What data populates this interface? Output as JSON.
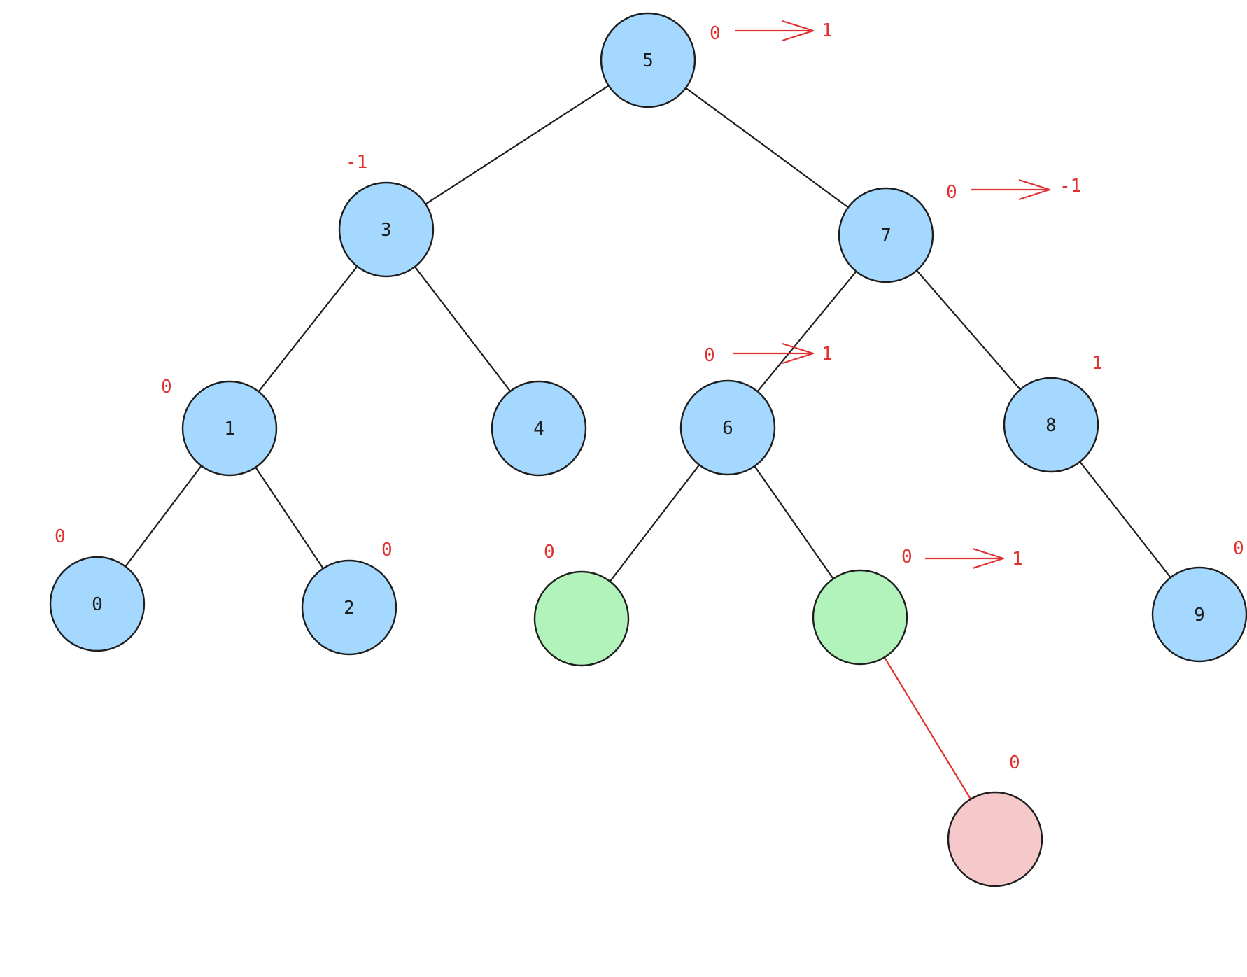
{
  "colors": {
    "internal_node": "#a5d8ff",
    "highlight_node": "#b2f2bb",
    "new_node": "#f5c9c9",
    "stroke": "#1e1e1e",
    "annotation": "#e03131"
  },
  "nodes": [
    {
      "id": "n5",
      "label": "5",
      "fill": "internal_node"
    },
    {
      "id": "n3",
      "label": "3",
      "fill": "internal_node"
    },
    {
      "id": "n7",
      "label": "7",
      "fill": "internal_node"
    },
    {
      "id": "n1",
      "label": "1",
      "fill": "internal_node"
    },
    {
      "id": "n4",
      "label": "4",
      "fill": "internal_node"
    },
    {
      "id": "n6",
      "label": "6",
      "fill": "internal_node"
    },
    {
      "id": "n8",
      "label": "8",
      "fill": "internal_node"
    },
    {
      "id": "n0",
      "label": "0",
      "fill": "internal_node"
    },
    {
      "id": "n2",
      "label": "2",
      "fill": "internal_node"
    },
    {
      "id": "g1",
      "label": "",
      "fill": "highlight_node"
    },
    {
      "id": "g2",
      "label": "",
      "fill": "highlight_node"
    },
    {
      "id": "n9",
      "label": "9",
      "fill": "internal_node"
    },
    {
      "id": "new",
      "label": "",
      "fill": "new_node"
    }
  ],
  "edges": [
    {
      "from": "n5",
      "to": "n3",
      "color": "stroke"
    },
    {
      "from": "n5",
      "to": "n7",
      "color": "stroke"
    },
    {
      "from": "n3",
      "to": "n1",
      "color": "stroke"
    },
    {
      "from": "n3",
      "to": "n4",
      "color": "stroke"
    },
    {
      "from": "n7",
      "to": "n6",
      "color": "stroke"
    },
    {
      "from": "n7",
      "to": "n8",
      "color": "stroke"
    },
    {
      "from": "n1",
      "to": "n0",
      "color": "stroke"
    },
    {
      "from": "n1",
      "to": "n2",
      "color": "stroke"
    },
    {
      "from": "n6",
      "to": "g1",
      "color": "stroke"
    },
    {
      "from": "n6",
      "to": "g2",
      "color": "stroke"
    },
    {
      "from": "n8",
      "to": "n9",
      "color": "stroke"
    },
    {
      "from": "g2",
      "to": "new",
      "color": "annotation"
    }
  ],
  "balance_factors": [
    {
      "node": "n5",
      "before": "0",
      "after": "1"
    },
    {
      "node": "n3",
      "before": "-1"
    },
    {
      "node": "n7",
      "before": "0",
      "after": "-1"
    },
    {
      "node": "n1",
      "before": "0"
    },
    {
      "node": "n6",
      "before": "0",
      "after": "1"
    },
    {
      "node": "n8",
      "before": "1"
    },
    {
      "node": "n0",
      "before": "0"
    },
    {
      "node": "n2",
      "before": "0"
    },
    {
      "node": "g1",
      "before": "0"
    },
    {
      "node": "g2",
      "before": "0",
      "after": "1"
    },
    {
      "node": "n9",
      "before": "0"
    },
    {
      "node": "new",
      "before": "0"
    }
  ]
}
